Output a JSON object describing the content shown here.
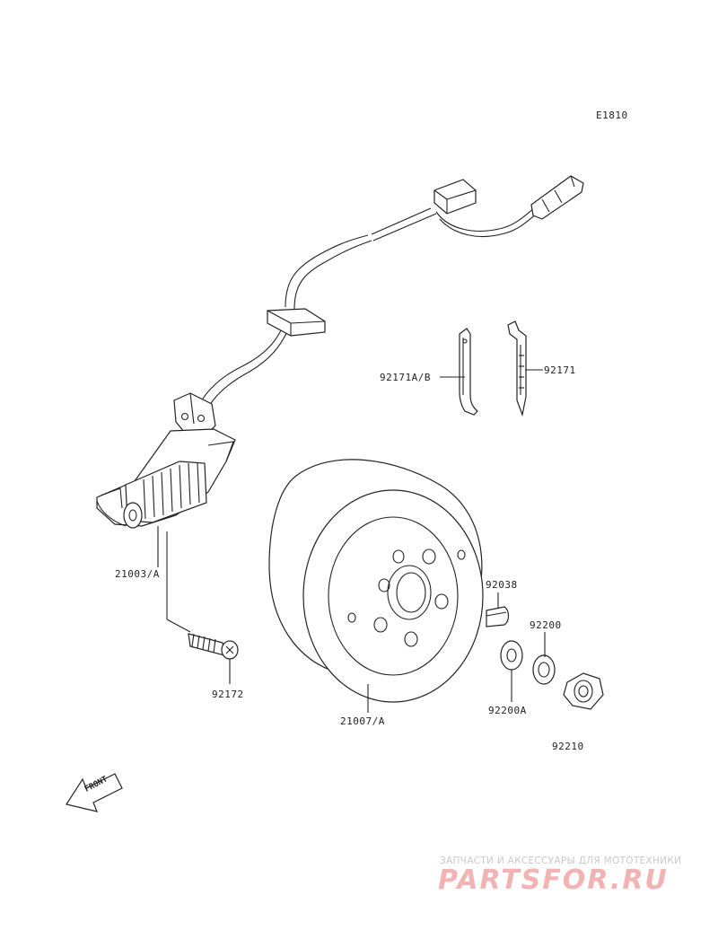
{
  "diagram": {
    "code": "E1810",
    "labels": {
      "stator": "21003/A",
      "flywheel": "21007/A",
      "bolt": "92172",
      "clamp_a": "92171A/B",
      "clamp_b": "92171",
      "key": "92038",
      "washer_a": "92200",
      "washer_b": "92200A",
      "nut": "92210"
    },
    "front_marker": "FRONT"
  },
  "watermark": {
    "tagline": "ЗАПЧАСТИ И АКСЕССУАРЫ ДЛЯ МОТОТЕХНИКИ",
    "logo": "PARTSFOR.RU"
  },
  "colors": {
    "line": "#222222",
    "watermark": "#f2b3b3"
  }
}
